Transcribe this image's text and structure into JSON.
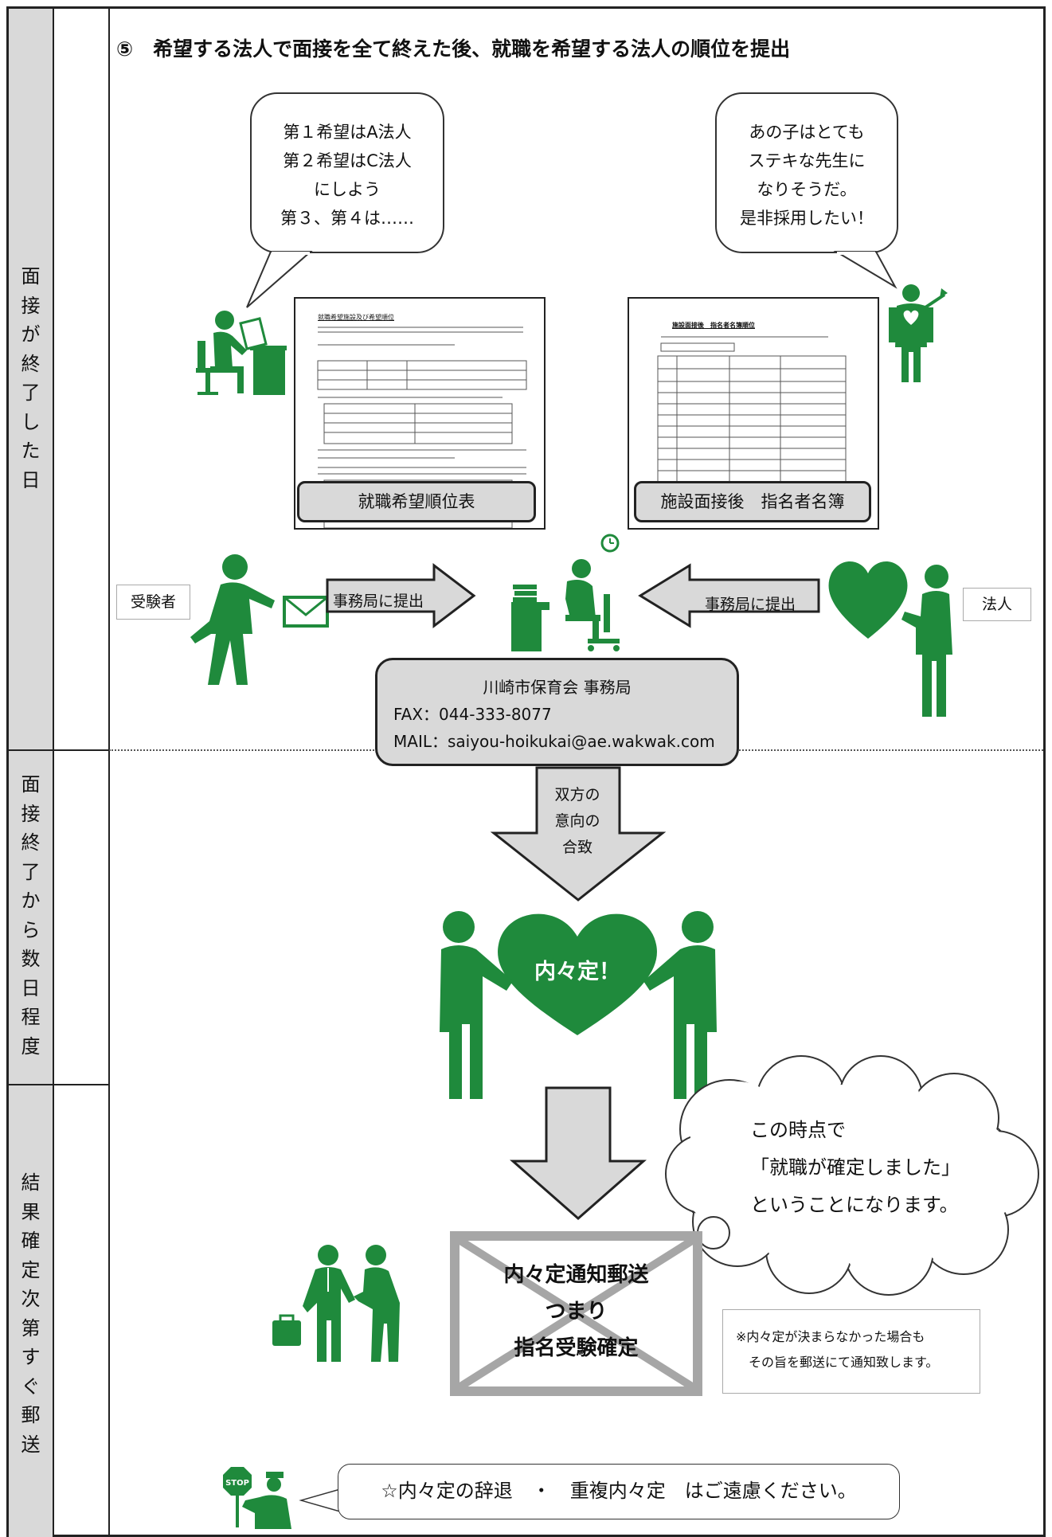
{
  "step_heading": "⑤　希望する法人で面接を全て終えた後、就職を希望する法人の順位を提出",
  "timeline": {
    "phase1": "面接が終了した日",
    "phase2": "面接終了から数日程度",
    "phase3": "結果確定次第すぐ郵送"
  },
  "bubble_applicant": [
    "第１希望はA法人",
    "第２希望はC法人",
    "にしよう",
    "第３、第４は……"
  ],
  "bubble_corporation": [
    "あの子はとても",
    "ステキな先生に",
    "なりそうだ。",
    "是非採用したい！"
  ],
  "doc_left_label": "就職希望順位表",
  "doc_right_label": "施設面接後　指名者名簿",
  "doc_left_title": "就職希望施設及び希望順位",
  "doc_right_title": "施設面接後　指名者名簿順位",
  "label_applicant": "受験者",
  "label_corporation": "法人",
  "submit_left": "事務局に提出",
  "submit_right": "事務局に提出",
  "office": {
    "name": "川崎市保育会 事務局",
    "fax": "FAX：044-333-8077",
    "mail": "MAIL：saiyou-hoikukai@ae.wakwak.com"
  },
  "agreement": [
    "双方の",
    "意向の",
    "合致"
  ],
  "naitei": "内々定！",
  "thought": [
    "この時点で",
    "「就職が確定しました」",
    "ということになります。"
  ],
  "envelope": [
    "内々定通知郵送",
    "つまり",
    "指名受験確定"
  ],
  "note": [
    "※内々定が決まらなかった場合も",
    "その旨を郵送にて通知致します。"
  ],
  "warning": "☆内々定の辞退　・　重複内々定　はご遠慮ください。",
  "stop_sign": "STOP",
  "colors": {
    "green": "#1f8a3c",
    "gray": "#d9d9d9",
    "dark": "#222222"
  }
}
